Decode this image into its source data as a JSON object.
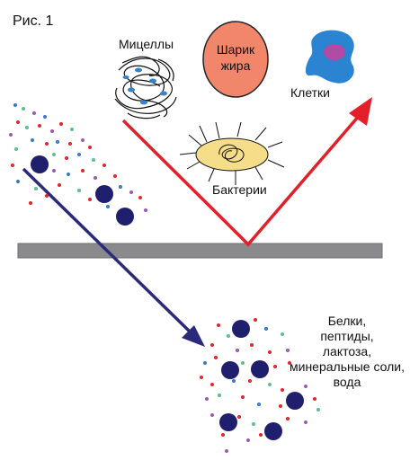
{
  "figure_label": "Рис. 1",
  "labels": {
    "micelles": "Мицеллы",
    "fat_globule_line1": "Шарик",
    "fat_globule_line2": "жира",
    "cells": "Клетки",
    "bacteria": "Бактерии",
    "permeate_line1": "Белки,",
    "permeate_line2": "пептиды,",
    "permeate_line3": "лактоза,",
    "permeate_line4": "минеральные соли,",
    "permeate_line5": "вода"
  },
  "colors": {
    "membrane": "#8a8a8c",
    "reflected_arrow": "#e3202a",
    "passing_arrow": "#2a2a7a",
    "fat_globule": "#f2866b",
    "cell_body": "#2a84d2",
    "cell_nucleus": "#b34aa3",
    "bacterium": "#f5dd8a",
    "large_particle": "#1f1f6e",
    "dot_red": "#e0262e",
    "dot_green": "#5cbf8b",
    "dot_purple": "#9a5bb0",
    "dot_blue": "#3a78c8"
  },
  "icons": {
    "micelles": "micelle-tangle-icon",
    "fat_globule": "fat-globule-icon",
    "cells": "cell-blob-icon",
    "bacteria": "bacterium-icon"
  }
}
